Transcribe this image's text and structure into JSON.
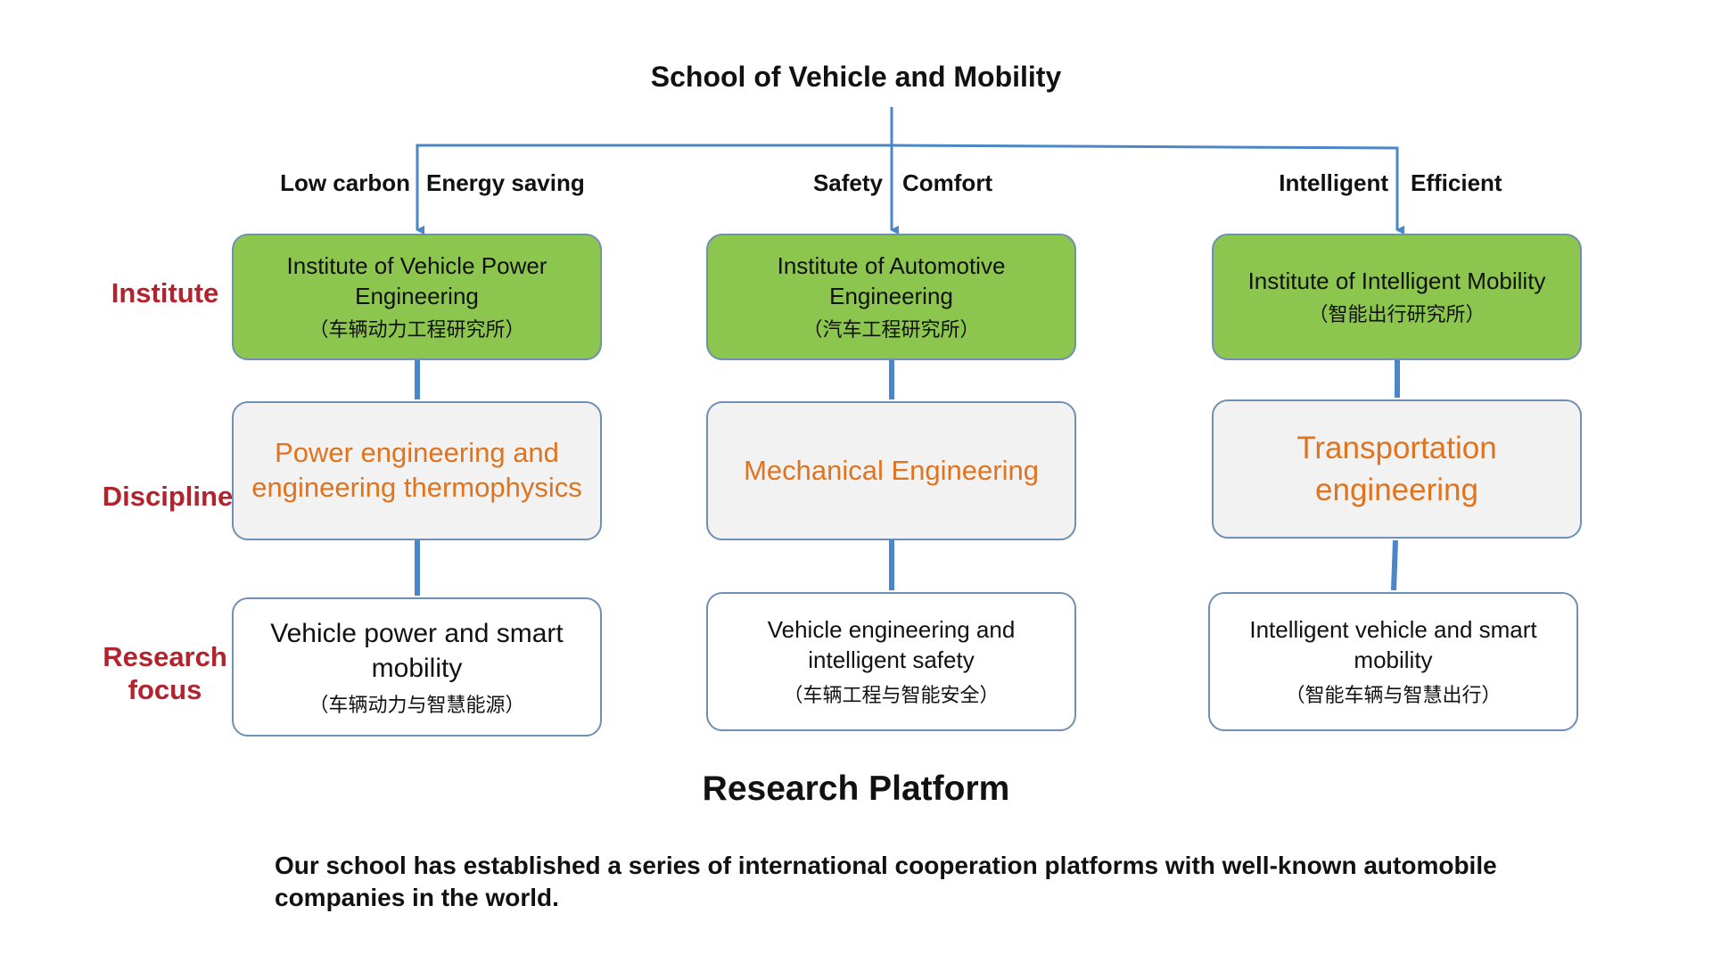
{
  "school": {
    "title": "School of Vehicle and Mobility"
  },
  "row_labels": {
    "institute": "Institute",
    "discipline": "Discipline",
    "research_focus": "Research\nfocus"
  },
  "columns": [
    {
      "tag_left": "Low carbon",
      "tag_right": "Energy saving",
      "institute": {
        "name": "Institute of Vehicle Power Engineering",
        "name_cn": "（车辆动力工程研究所）"
      },
      "discipline": "Power engineering and engineering thermophysics",
      "focus": {
        "name": "Vehicle power and smart mobility",
        "name_cn": "（车辆动力与智慧能源）"
      }
    },
    {
      "tag_left": "Safety",
      "tag_right": "Comfort",
      "institute": {
        "name": "Institute of Automotive Engineering",
        "name_cn": "（汽车工程研究所）"
      },
      "discipline": "Mechanical Engineering",
      "focus": {
        "name": "Vehicle engineering and intelligent safety",
        "name_cn": "（车辆工程与智能安全）"
      }
    },
    {
      "tag_left": "Intelligent",
      "tag_right": "Efficient",
      "institute": {
        "name": "Institute of Intelligent Mobility",
        "name_cn": "（智能出行研究所）"
      },
      "discipline": "Transportation engineering",
      "focus": {
        "name": "Intelligent vehicle and smart mobility",
        "name_cn": "（智能车辆与智慧出行）"
      }
    }
  ],
  "platform": {
    "title": "Research Platform",
    "description": "Our school has established a series of international cooperation platforms with well-known automobile companies in the world."
  },
  "colors": {
    "institute_fill": "#8cc64e",
    "discipline_fill": "#f2f2f2",
    "focus_fill": "#ffffff",
    "connector": "#4a86c8",
    "row_label": "#b3232e",
    "discipline_text": "#e0741e"
  }
}
